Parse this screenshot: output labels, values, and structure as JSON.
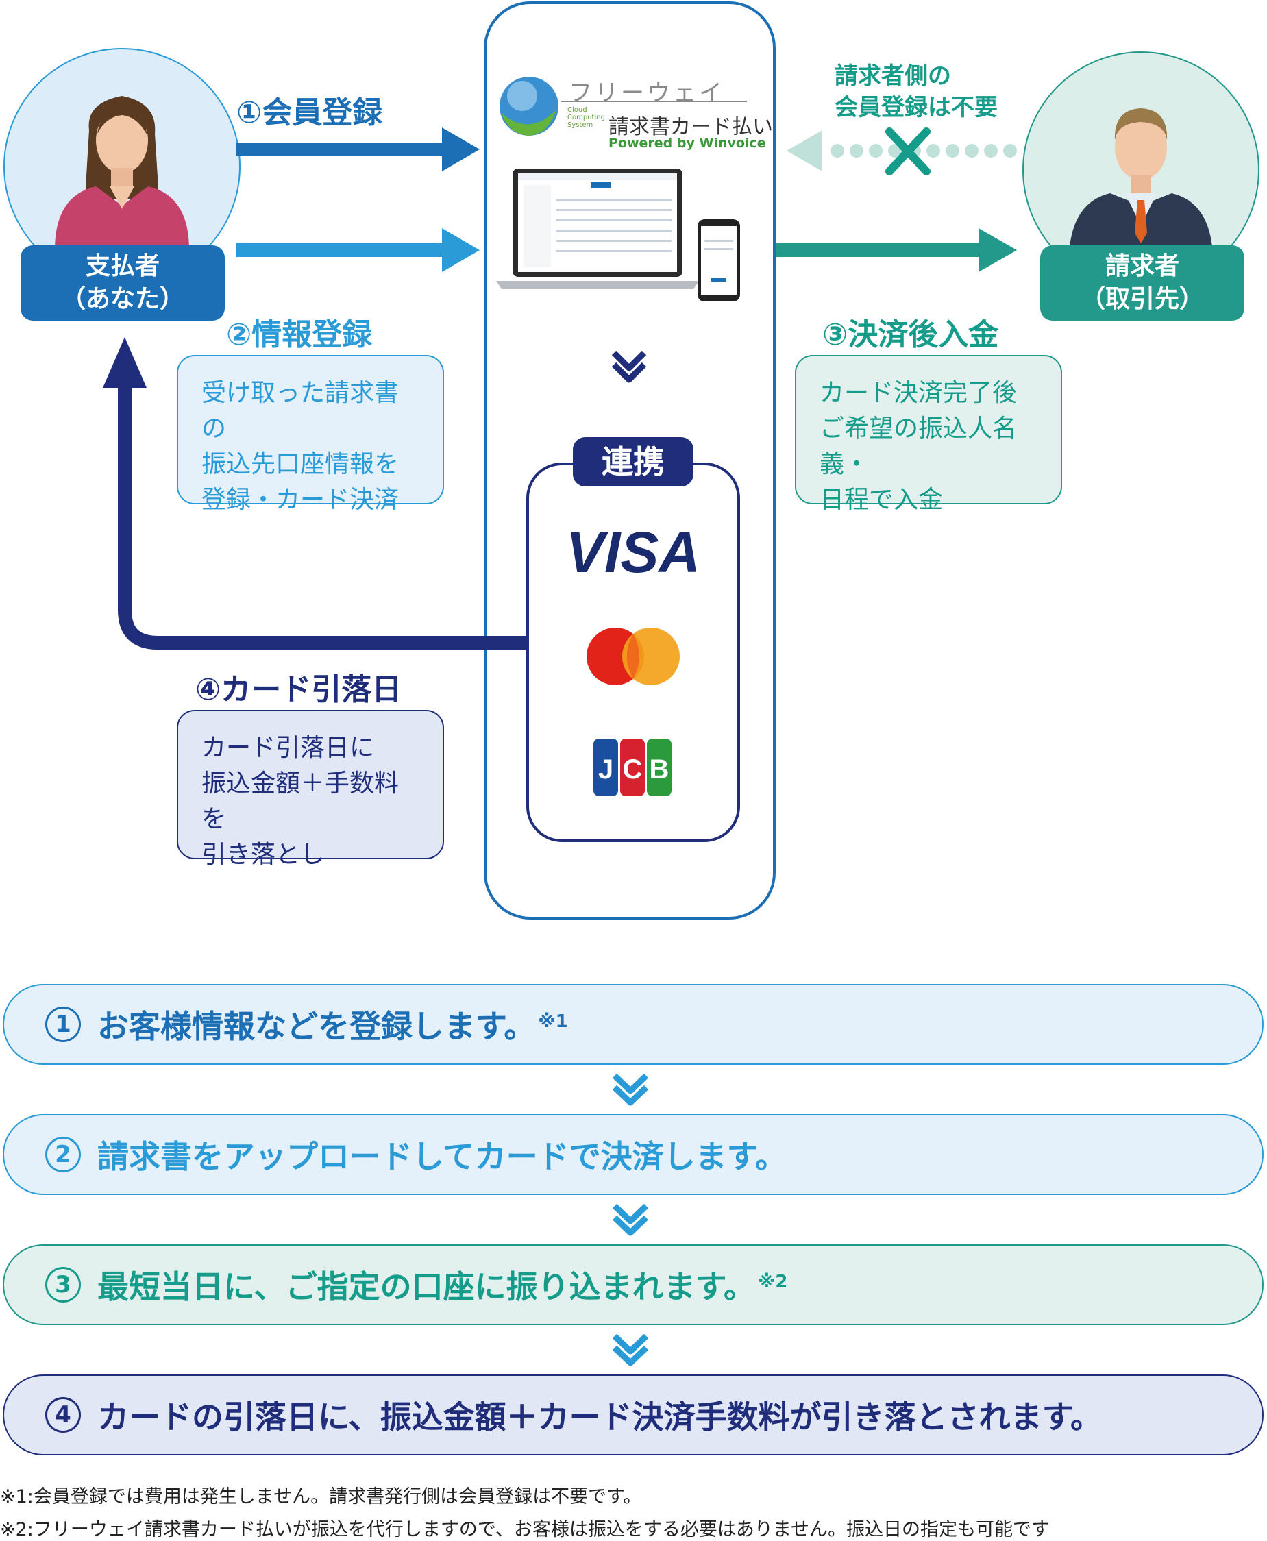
{
  "colors": {
    "blue_dark": "#1c6fb5",
    "blue_mid": "#2a9bd6",
    "navy": "#1f2d7b",
    "teal": "#159c8a",
    "teal_light_bg": "#e3f1ee",
    "blue_light_bg": "#e4f1fa",
    "navy_light_bg": "#e1e7f5",
    "tag_teal": "#22998b",
    "tag_blue": "#1c6fb5"
  },
  "payer": {
    "label_line1": "支払者",
    "label_line2": "（あなた）"
  },
  "biller": {
    "label_line1": "請求者",
    "label_line2": "（取引先）"
  },
  "service": {
    "logo_name": "フリーウェイ",
    "logo_subtitle": "請求書カード払い",
    "logo_system_line1": "Cloud",
    "logo_system_line2": "Computing",
    "logo_system_line3": "System",
    "powered_by": "Powered by Winvoice",
    "link_title": "連携",
    "brands": [
      "VISA",
      "mastercard",
      "JCB"
    ]
  },
  "arrows": {
    "member_registration": "①会員登録",
    "info_registration": "②情報登録",
    "deposit_after_settlement": "③決済後入金",
    "card_debit_date": "④カード引落日",
    "biller_note_line1": "請求者側の",
    "biller_note_line2": "会員登録は不要"
  },
  "boxes": {
    "info_registration": [
      "受け取った請求書の",
      "振込先口座情報を",
      "登録・カード決済"
    ],
    "deposit": [
      "カード決済完了後",
      "ご希望の振込人名義・",
      "日程で入金"
    ],
    "card_debit": [
      "カード引落日に",
      "振込金額＋手数料を",
      "引き落とし"
    ]
  },
  "steps": [
    {
      "num": "1",
      "text": "お客様情報などを登録します。",
      "note_mark": "※1"
    },
    {
      "num": "2",
      "text": "請求書をアップロードしてカードで決済します。",
      "note_mark": ""
    },
    {
      "num": "3",
      "text": "最短当日に、ご指定の口座に振り込まれます。",
      "note_mark": "※2"
    },
    {
      "num": "4",
      "text": "カードの引落日に、振込金額＋カード決済手数料が引き落とされます。",
      "note_mark": ""
    }
  ],
  "footnotes": [
    "※1:会員登録では費用は発生しません。請求書発行側は会員登録は不要です。",
    "※2:フリーウェイ請求書カード払いが振込を代行しますので、お客様は振込をする必要はありません。振込日の指定も可能です"
  ],
  "icons": [
    "payer-person-icon",
    "biller-person-icon",
    "logo-globe-icon",
    "laptop-icon",
    "smartphone-icon",
    "visa-logo",
    "mastercard-logo",
    "jcb-logo",
    "cross-icon",
    "chevron-down-icon"
  ]
}
